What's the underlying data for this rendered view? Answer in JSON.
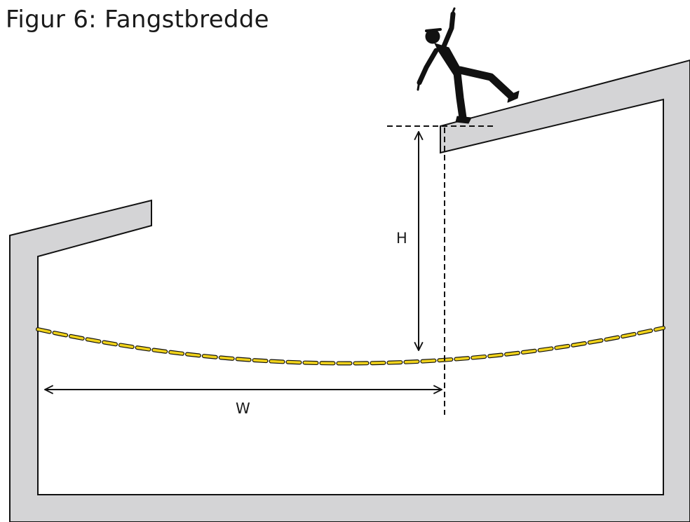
{
  "title": "Figur 6: Fangstbredde",
  "labels": {
    "height": "H",
    "width": "W"
  },
  "colors": {
    "structure_fill": "#d4d4d6",
    "outline": "#111111",
    "net_line": "#f0d21b",
    "figure": "#111111"
  },
  "icons": {
    "person": "falling-person-icon"
  }
}
